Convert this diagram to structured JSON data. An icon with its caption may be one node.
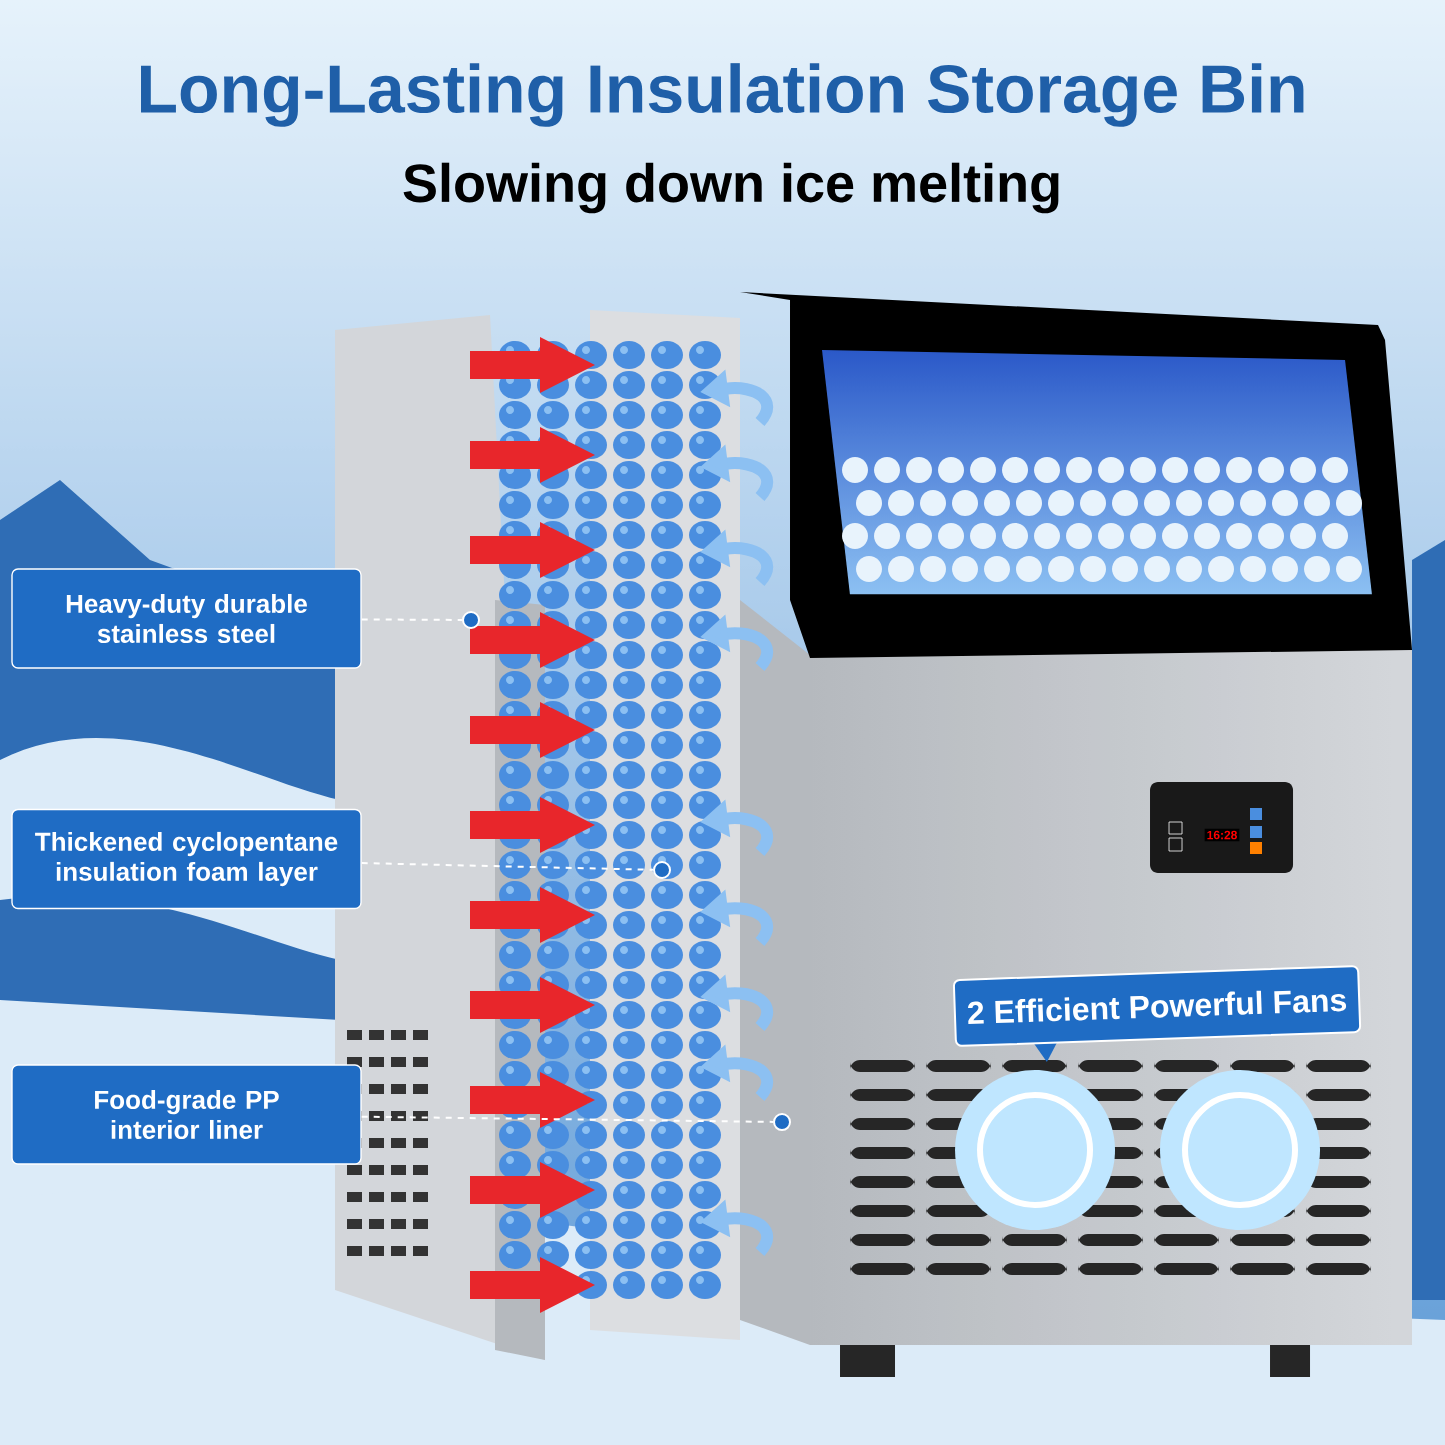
{
  "diagram": {
    "title": "Long-Lasting Insulation Storage Bin",
    "nodes": [
      {
        "text": [
          "Heavy-duty durable stainless steel"
        ]
      },
      {
        "text": [
          "Thickened cyclopentane insulation foam layer"
        ]
      },
      {
        "text": [
          "Food-grade PP interior liner"
        ]
      },
      {
        "text": [],
        "shape": "circle"
      },
      {
        "text": [],
        "shape": "circle"
      },
      {
        "text": [],
        "shape": "circle"
      },
      {
        "text": [
          "2 Efficient Powerful Fans"
        ]
      }
    ],
    "edges": [
      {
        "from": 0,
        "to": 3,
        "arrow": "none",
        "style": "dashed"
      },
      {
        "from": 1,
        "to": 4,
        "arrow": "none",
        "style": "dashed"
      },
      {
        "from": 2,
        "to": 5,
        "arrow": "none",
        "style": "dashed"
      }
    ],
    "labels": [
      "Slowing down ice melting",
      "16:28"
    ]
  }
}
